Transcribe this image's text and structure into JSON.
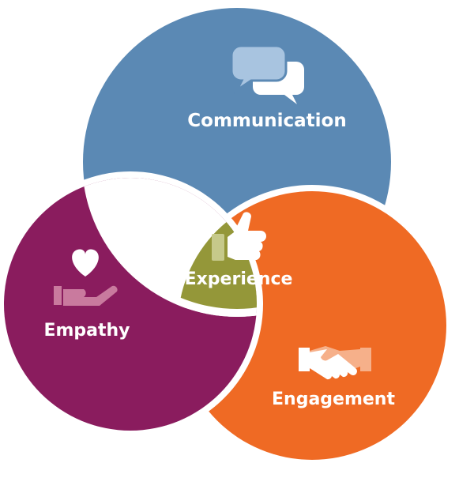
{
  "diagram": {
    "circles": [
      {
        "id": "communication",
        "label": "Communication",
        "color": "#5b89b4",
        "icon": "chat-bubbles-icon"
      },
      {
        "id": "empathy",
        "label": "Empathy",
        "color": "#8a1c5e",
        "icon": "heart-in-hand-icon"
      },
      {
        "id": "engagement",
        "label": "Engagement",
        "color": "#ef6a24",
        "icon": "handshake-icon"
      }
    ],
    "center": {
      "label": "Experience",
      "color": "#949739",
      "icon": "thumbs-up-icon"
    }
  }
}
